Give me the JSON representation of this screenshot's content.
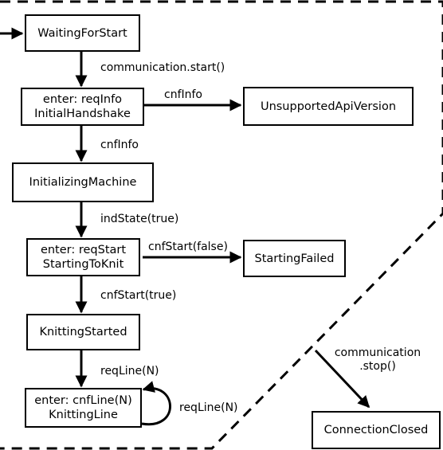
{
  "states": {
    "waiting_for_start": {
      "name": "WaitingForStart"
    },
    "initial_handshake": {
      "entry": "enter: reqInfo",
      "name": "InitialHandshake"
    },
    "unsupported_api_version": {
      "name": "UnsupportedApiVersion"
    },
    "initializing_machine": {
      "name": "InitializingMachine"
    },
    "starting_to_knit": {
      "entry": "enter: reqStart",
      "name": "StartingToKnit"
    },
    "starting_failed": {
      "name": "StartingFailed"
    },
    "knitting_started": {
      "name": "KnittingStarted"
    },
    "knitting_line": {
      "entry": "enter: cnfLine(N)",
      "name": "KnittingLine"
    },
    "connection_closed": {
      "name": "ConnectionClosed"
    }
  },
  "transitions": {
    "communication_start": "communication.start()",
    "cnfinfo_to_unsupported": "cnfInfo",
    "cnfinfo_to_initializing": "cnfInfo",
    "ind_state_true": "indState(true)",
    "cnf_start_false": "cnfStart(false)",
    "cnf_start_true": "cnfStart(true)",
    "req_line_to_knitting_line": "reqLine(N)",
    "req_line_self_loop": "reqLine(N)",
    "communication_stop_line1": "communication",
    "communication_stop_line2": ".stop()"
  }
}
